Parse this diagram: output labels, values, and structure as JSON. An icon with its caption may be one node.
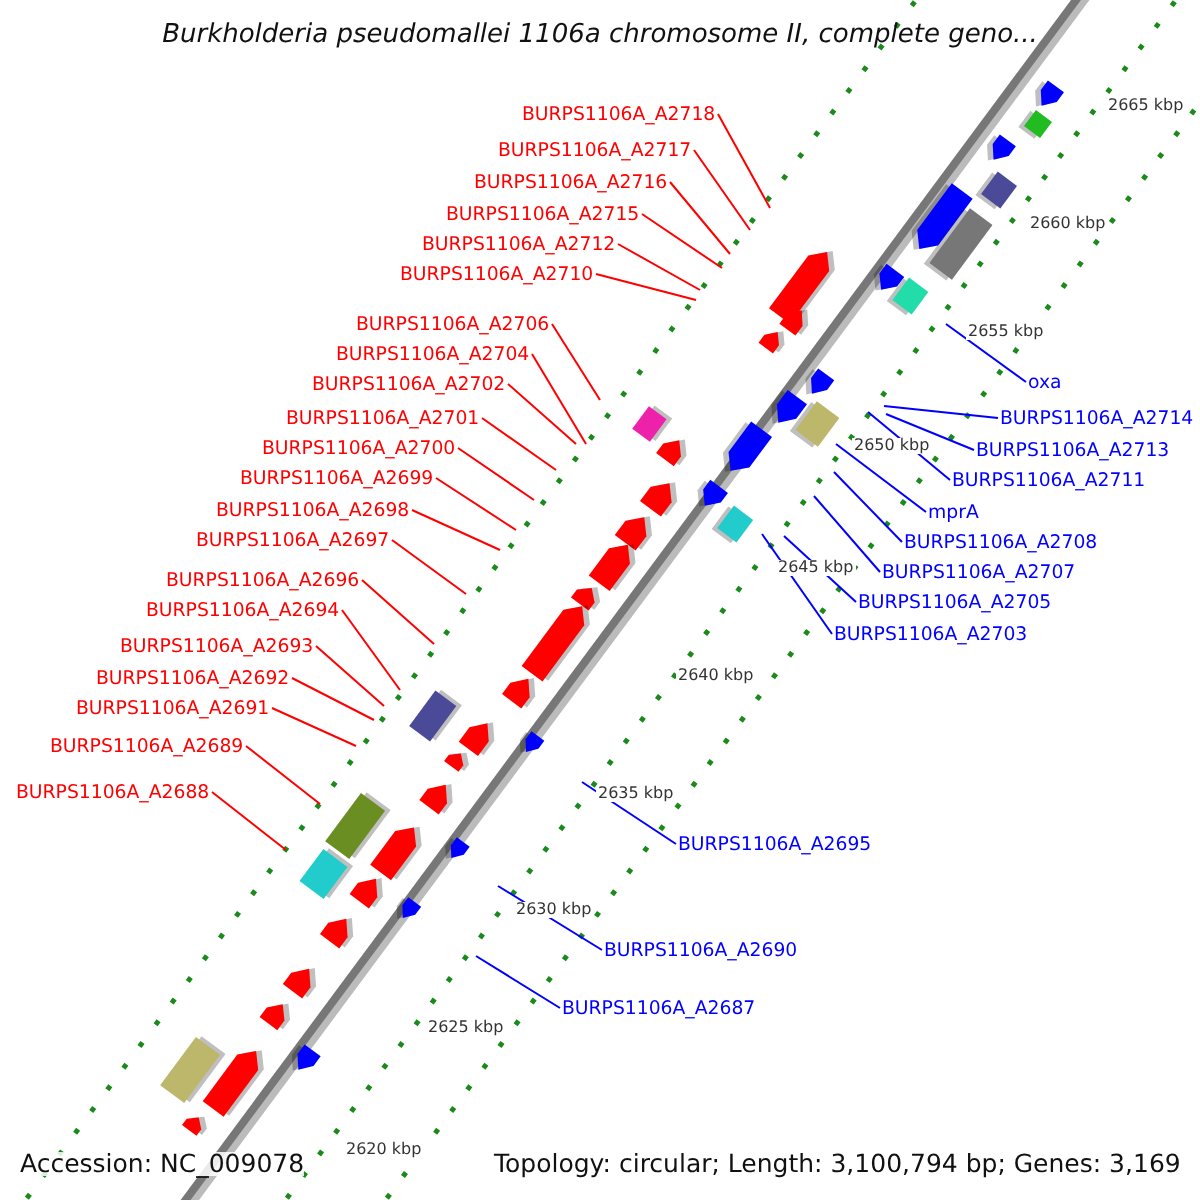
{
  "diagram": {
    "title": "Burkholderia pseudomallei 1106a chromosome II, complete geno...",
    "nodes": [
      {
        "text": [
          "BURPS1106A_A2718"
        ]
      },
      {
        "text": [
          "BURPS1106A_A2717"
        ]
      },
      {
        "text": [
          "BURPS1106A_A2716"
        ]
      },
      {
        "text": [
          "BURPS1106A_A2715"
        ]
      },
      {
        "text": [
          "BURPS1106A_A2712"
        ]
      },
      {
        "text": [
          "BURPS1106A_A2710"
        ]
      },
      {
        "text": [
          "BURPS1106A_A2706"
        ]
      },
      {
        "text": [
          "BURPS1106A_A2704"
        ]
      },
      {
        "text": [
          "BURPS1106A_A2702"
        ]
      },
      {
        "text": [
          "BURPS1106A_A2701"
        ]
      },
      {
        "text": [
          "BURPS1106A_A2700"
        ]
      },
      {
        "text": [
          "BURPS1106A_A2699"
        ]
      },
      {
        "text": [
          "BURPS1106A_A2698"
        ]
      },
      {
        "text": [
          "BURPS1106A_A2697"
        ]
      },
      {
        "text": [
          "BURPS1106A_A2696"
        ]
      },
      {
        "text": [
          "BURPS1106A_A2694"
        ]
      },
      {
        "text": [
          "BURPS1106A_A2693"
        ]
      },
      {
        "text": [
          "BURPS1106A_A2692"
        ]
      },
      {
        "text": [
          "BURPS1106A_A2691"
        ]
      },
      {
        "text": [
          "BURPS1106A_A2689"
        ]
      },
      {
        "text": [
          "BURPS1106A_A2688"
        ]
      },
      {
        "text": [
          "oxa"
        ]
      },
      {
        "text": [
          "BURPS1106A_A2714"
        ]
      },
      {
        "text": [
          "BURPS1106A_A2713"
        ]
      },
      {
        "text": [
          "BURPS1106A_A2711"
        ]
      },
      {
        "text": [
          "mprA"
        ]
      },
      {
        "text": [
          "BURPS1106A_A2708"
        ]
      },
      {
        "text": [
          "BURPS1106A_A2707"
        ]
      },
      {
        "text": [
          "BURPS1106A_A2705"
        ]
      },
      {
        "text": [
          "BURPS1106A_A2703"
        ]
      },
      {
        "text": [
          "BURPS1106A_A2695"
        ]
      },
      {
        "text": [
          "BURPS1106A_A2690"
        ]
      },
      {
        "text": [
          "BURPS1106A_A2687"
        ]
      }
    ],
    "edges": [
      {
        "from": 0,
        "to": null,
        "arrow": "none"
      },
      {
        "from": 1,
        "to": null,
        "arrow": "none"
      },
      {
        "from": 2,
        "to": null,
        "arrow": "none"
      },
      {
        "from": 3,
        "to": null,
        "arrow": "none"
      },
      {
        "from": 4,
        "to": null,
        "arrow": "none"
      },
      {
        "from": 5,
        "to": null,
        "arrow": "none"
      },
      {
        "from": 6,
        "to": null,
        "arrow": "none"
      },
      {
        "from": 7,
        "to": null,
        "arrow": "none"
      },
      {
        "from": 8,
        "to": null,
        "arrow": "none"
      },
      {
        "from": 9,
        "to": null,
        "arrow": "none"
      },
      {
        "from": 10,
        "to": null,
        "arrow": "none"
      },
      {
        "from": 11,
        "to": null,
        "arrow": "none"
      },
      {
        "from": 12,
        "to": null,
        "arrow": "none"
      },
      {
        "from": 13,
        "to": null,
        "arrow": "none"
      },
      {
        "from": 14,
        "to": null,
        "arrow": "none"
      },
      {
        "from": 15,
        "to": null,
        "arrow": "none"
      },
      {
        "from": 16,
        "to": null,
        "arrow": "none"
      },
      {
        "from": 17,
        "to": null,
        "arrow": "none"
      },
      {
        "from": 18,
        "to": null,
        "arrow": "none"
      },
      {
        "from": 19,
        "to": null,
        "arrow": "none"
      },
      {
        "from": 20,
        "to": null,
        "arrow": "none"
      },
      {
        "from": 21,
        "to": null,
        "arrow": "none",
        "color": "#0000ff"
      },
      {
        "from": 22,
        "to": null,
        "arrow": "none",
        "color": "#0000ff"
      },
      {
        "from": 23,
        "to": null,
        "arrow": "none",
        "color": "#0000ff"
      },
      {
        "from": 24,
        "to": null,
        "arrow": "none",
        "color": "#0000ff"
      },
      {
        "from": 25,
        "to": null,
        "arrow": "none",
        "color": "#0000ff"
      },
      {
        "from": 26,
        "to": null,
        "arrow": "none",
        "color": "#0000ff"
      },
      {
        "from": 27,
        "to": null,
        "arrow": "none",
        "color": "#0000ff"
      },
      {
        "from": 28,
        "to": null,
        "arrow": "none",
        "color": "#0000ff"
      },
      {
        "from": 29,
        "to": null,
        "arrow": "none",
        "color": "#0000ff"
      },
      {
        "from": 30,
        "to": null,
        "arrow": "none",
        "color": "#0000ff"
      },
      {
        "from": 31,
        "to": null,
        "arrow": "none",
        "color": "#0000ff"
      },
      {
        "from": 32,
        "to": null,
        "arrow": "none",
        "color": "#0000ff"
      }
    ],
    "labels": [
      "2665 kbp",
      "2660 kbp",
      "2655 kbp",
      "2650 kbp",
      "2645 kbp",
      "2640 kbp",
      "2635 kbp",
      "2630 kbp",
      "2625 kbp",
      "2620 kbp",
      "Accession: NC_009078",
      "Topology: circular; Length: 3,100,794 bp; Genes: 3,169"
    ]
  }
}
